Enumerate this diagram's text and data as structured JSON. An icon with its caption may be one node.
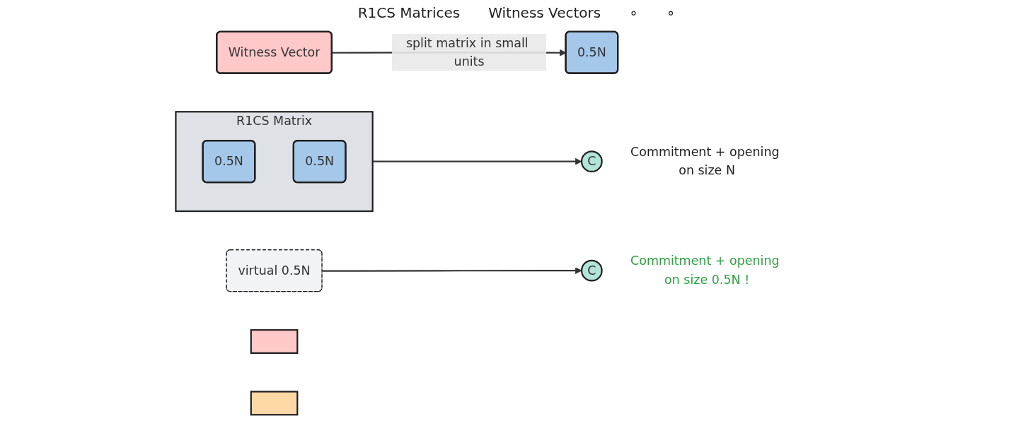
{
  "diagram": {
    "nodes": [
      {
        "text": [
          "R1CS Matrix"
        ]
      },
      {
        "text": [
          "0.5N"
        ],
        "in": 0
      },
      {
        "text": [
          "0.5N"
        ],
        "in": 0
      },
      {
        "text": [
          "Witness Vector"
        ]
      },
      {
        "text": [
          "0.5N"
        ]
      },
      {
        "text": [
          "virtual 0.5N"
        ]
      },
      {
        "text": [],
        "shape": "box"
      },
      {
        "text": [],
        "shape": "box"
      },
      {
        "text": [
          "C"
        ],
        "beside": [
          "Commitment + opening on size N"
        ]
      },
      {
        "text": [
          "C"
        ],
        "beside": [
          "Commitment + opening on size 0.5N !"
        ]
      }
    ],
    "edges": [
      {
        "from": 3,
        "to": 4,
        "arrow": "to",
        "label": "split matrix in small units"
      },
      {
        "from": 0,
        "to": 8,
        "arrow": "to"
      },
      {
        "from": 5,
        "to": 9,
        "arrow": "to"
      }
    ],
    "labels": [
      "R1CS Matrices",
      "Witness Vectors",
      "∘",
      "∘"
    ]
  }
}
